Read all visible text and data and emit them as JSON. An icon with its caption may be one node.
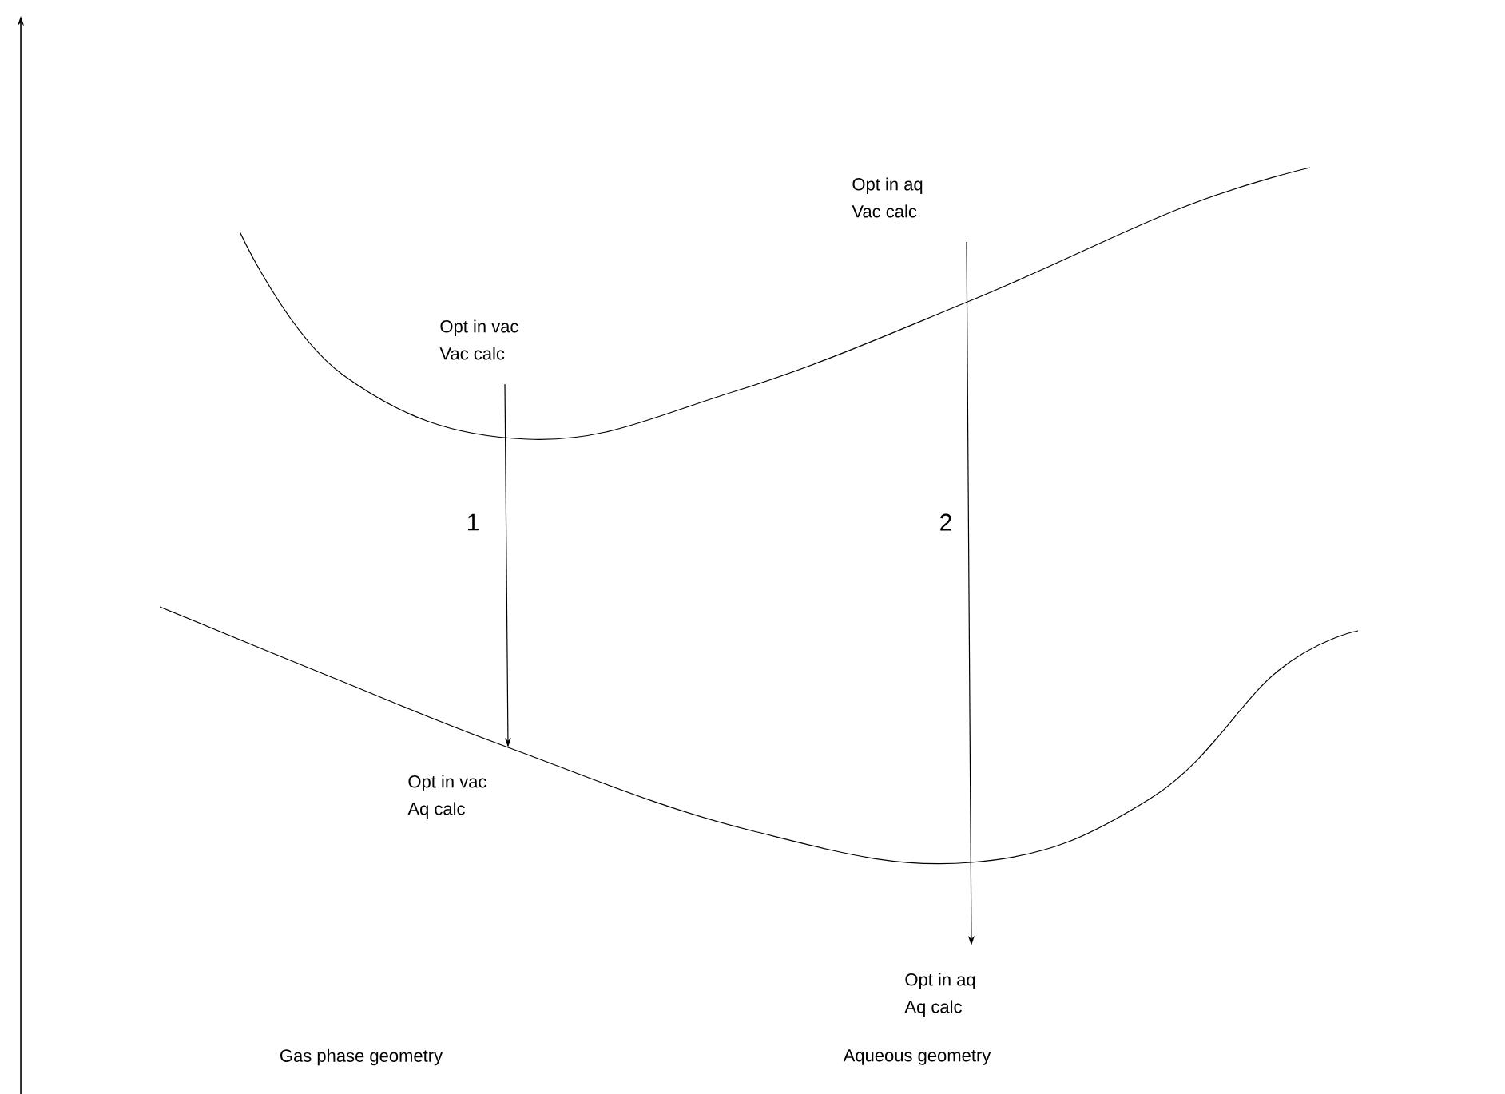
{
  "diagram": {
    "nodes": [
      {
        "text": [
          "Opt in vac",
          "Vac calc"
        ]
      },
      {
        "text": [
          "Opt in vac",
          "Aq calc"
        ]
      },
      {
        "text": [
          "Opt in aq",
          "Vac calc"
        ]
      },
      {
        "text": [
          "Opt in aq",
          "Aq calc"
        ]
      }
    ],
    "edges": [
      {
        "from": 0,
        "to": 1,
        "arrow": "to",
        "label": "1"
      },
      {
        "from": 2,
        "to": 3,
        "arrow": "to",
        "label": "2"
      }
    ],
    "labels": [
      "Gas phase geometry",
      "Aqueous geometry"
    ]
  }
}
